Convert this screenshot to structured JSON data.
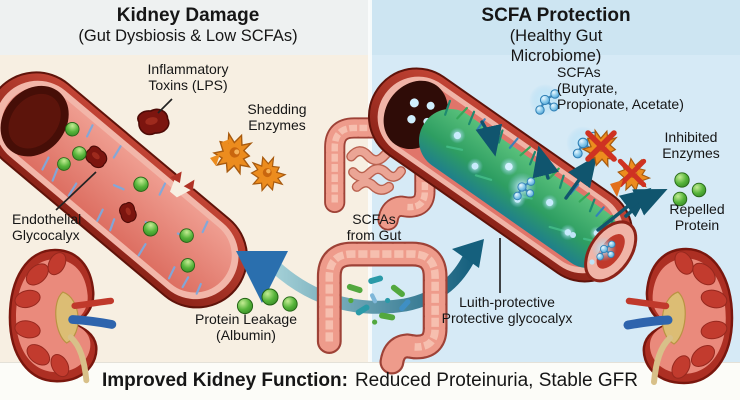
{
  "theme": {
    "bg-left": "#f7efe2",
    "bg-right": "#d6eaf6",
    "hdr-left": "#eef1f1",
    "hdr-right": "#cde5f2",
    "footer-bg": "#fcfcf8",
    "text": "#161616",
    "vessel-red": "#a93226",
    "vessel-dark": "#5f130a",
    "lumen-pink": "#e4786c",
    "protein-green": "#4aa336",
    "enzyme-orange": "#ec8c1e",
    "scfa-blue": "#6fbbe6",
    "glyco-damaged-blue": "#7ea9dd",
    "glyco-healthy-green": "#2e9e62",
    "flow-arrow-teal": "#15607d",
    "inhibit-x-red": "#cf3222"
  },
  "left_panel": {
    "title": "Kidney Damage",
    "subtitle": "(Gut Dysbiosis & Low SCFAs)",
    "labels": {
      "toxins": "Inflammatory\nToxins (LPS)",
      "shedding": "Shedding\nEnzymes",
      "glycocalyx": "Endothelial\nGlycocalyx",
      "leakage": "Protein Leakage\n(Albumin)"
    }
  },
  "center": {
    "gut_label": "SCFAs\nfrom Gut"
  },
  "right_panel": {
    "title": "SCFA Protection",
    "subtitle": "(Healthy Gut Microbiome)",
    "labels": {
      "scfas": "SCFAs\n(Butyrate,\nPropionate, Acetate)",
      "inhibited": "Inhibited\nEnzymes",
      "repelled": "Repelled\nProtein",
      "glycocalyx": "Luith-protective\nProtective glycocalyx"
    }
  },
  "footer": {
    "bold": "Improved Kidney Function:",
    "rest": "Reduced Proteinuria, Stable GFR"
  }
}
